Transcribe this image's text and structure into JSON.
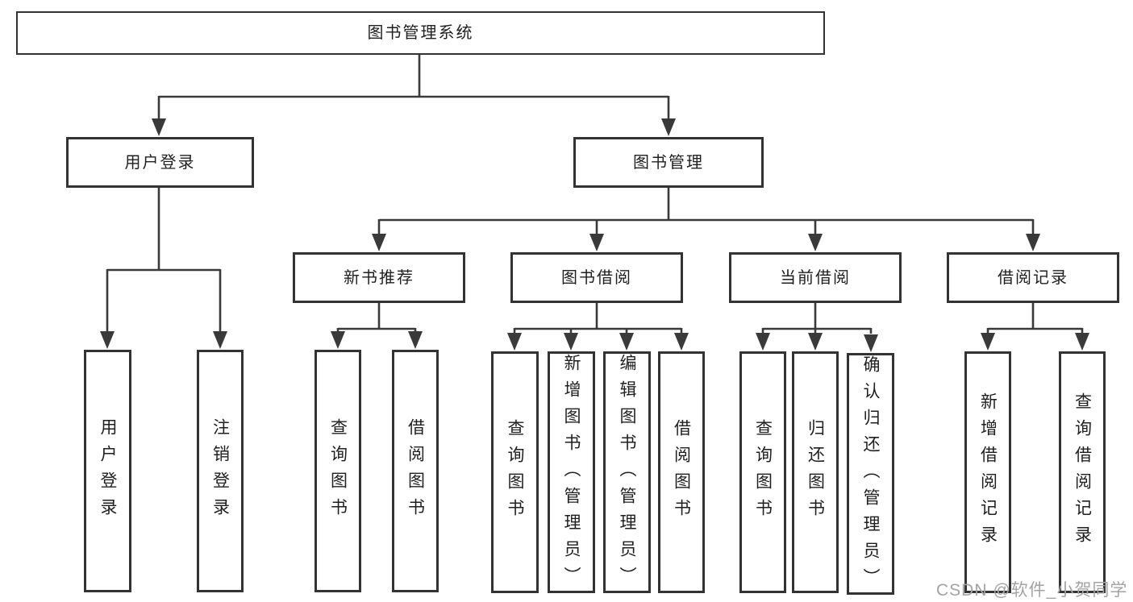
{
  "diagram": {
    "root": {
      "label": "图书管理系统"
    },
    "level2": [
      {
        "label": "用户登录",
        "children": [
          {
            "label": "用户登录"
          },
          {
            "label": "注销登录"
          }
        ]
      },
      {
        "label": "图书管理",
        "children": [
          {
            "label": "新书推荐",
            "children": [
              {
                "label": "查询图书"
              },
              {
                "label": "借阅图书"
              }
            ]
          },
          {
            "label": "图书借阅",
            "children": [
              {
                "label": "查询图书"
              },
              {
                "label": "新增图书（管理员）"
              },
              {
                "label": "编辑图书（管理员）"
              },
              {
                "label": "借阅图书"
              }
            ]
          },
          {
            "label": "当前借阅",
            "children": [
              {
                "label": "查询图书"
              },
              {
                "label": "归还图书"
              },
              {
                "label": "确认归还（管理员）"
              }
            ]
          },
          {
            "label": "借阅记录",
            "children": [
              {
                "label": "新增借阅记录"
              },
              {
                "label": "查询借阅记录"
              }
            ]
          }
        ]
      }
    ]
  },
  "watermark": {
    "text": "CSDN @软件_小贺同学"
  },
  "colors": {
    "line": "#3a3a3a",
    "border": "#333333",
    "text": "#1f1f1f",
    "watermark": "#a3a3a3",
    "background": "#ffffff"
  }
}
